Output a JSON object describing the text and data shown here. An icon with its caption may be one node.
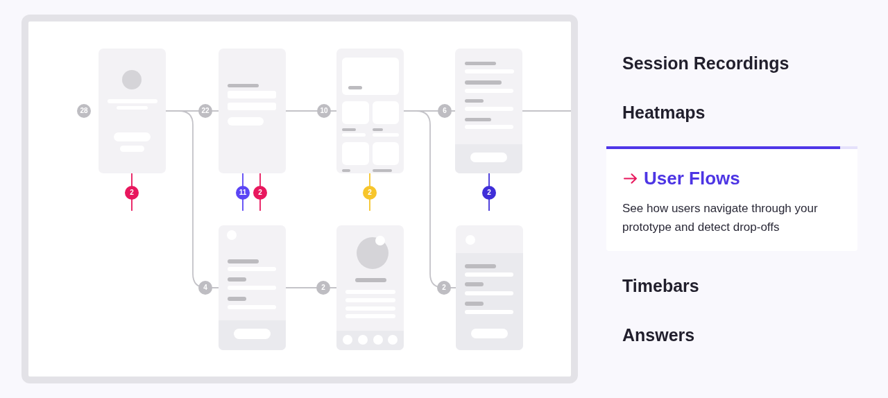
{
  "diagram": {
    "nodes": [
      {
        "text": [],
        "shape": "picture",
        "beside": [
          "28"
        ]
      },
      {
        "text": [],
        "shape": "picture"
      },
      {
        "text": [],
        "shape": "picture"
      },
      {
        "text": [],
        "shape": "picture"
      },
      {
        "text": [],
        "shape": "picture"
      },
      {
        "text": [],
        "shape": "picture"
      },
      {
        "text": [],
        "shape": "picture"
      },
      {
        "text": [
          "User Flows",
          "See how users navigate through your prototype and detect drop-offs"
        ]
      }
    ],
    "edges": [
      {
        "from": 0,
        "to": 1,
        "arrow": "none",
        "label": "22"
      },
      {
        "from": 0,
        "to": 4,
        "arrow": "none",
        "label": "4"
      },
      {
        "from": 0,
        "to": null,
        "arrow": "none",
        "label": "2",
        "color": "#e8175d"
      },
      {
        "from": 1,
        "to": 2,
        "arrow": "none",
        "label": "10"
      },
      {
        "from": 1,
        "to": null,
        "arrow": "none",
        "label": "11",
        "color": "#5b45f5"
      },
      {
        "from": 1,
        "to": null,
        "arrow": "none",
        "label": "2",
        "color": "#e8175d"
      },
      {
        "from": 2,
        "to": 3,
        "arrow": "none",
        "label": "6"
      },
      {
        "from": 2,
        "to": 6,
        "arrow": "none",
        "label": "2"
      },
      {
        "from": 2,
        "to": null,
        "arrow": "none",
        "label": "2",
        "color": "#f7c52b"
      },
      {
        "from": 3,
        "to": null,
        "arrow": "none"
      },
      {
        "from": 3,
        "to": null,
        "arrow": "none",
        "label": "2",
        "color": "#3f2ed8"
      },
      {
        "from": 4,
        "to": 5,
        "arrow": "none",
        "label": "2"
      }
    ],
    "labels": [
      "Session Recordings",
      "Heatmaps",
      "Timebars",
      "Answers"
    ]
  }
}
